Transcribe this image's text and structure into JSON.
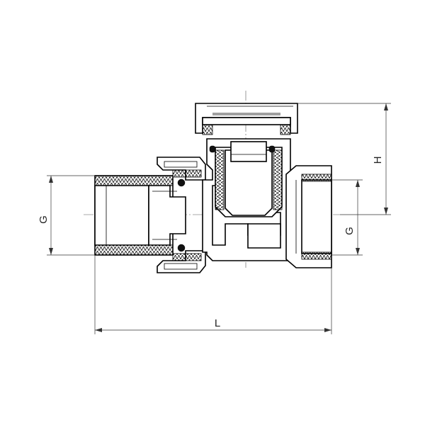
{
  "dimensions": {
    "g_left": "G",
    "g_right": "G",
    "h": "H",
    "l": "L"
  },
  "colors": {
    "line": "#000000",
    "hatch": "#000000",
    "background": "#ffffff"
  }
}
